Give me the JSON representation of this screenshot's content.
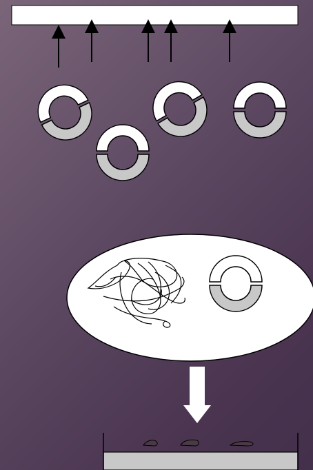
{
  "diagram": {
    "background_colors": [
      "#7a6579",
      "#43304b"
    ],
    "colors": {
      "ring_white": "#ffffff",
      "ring_gray": "#c8c8c8",
      "outline": "#000000",
      "dish_fill": "#c8c8c8",
      "panel_fill": "#ffffff"
    },
    "top_panel": {
      "label": ""
    },
    "upward_arrow_count": 5,
    "free_rings": [
      {
        "id": "ring-1",
        "style": "tilted-open"
      },
      {
        "id": "ring-2",
        "style": "upright-open"
      },
      {
        "id": "ring-3",
        "style": "tilted-open"
      },
      {
        "id": "ring-4",
        "style": "upright-open"
      }
    ],
    "ellipse_contents": [
      "tangled-unfolded-chain",
      "folded-ring"
    ],
    "down_arrow": "white-block-arrow",
    "bottom_container": {
      "aggregate_count": 3
    }
  }
}
